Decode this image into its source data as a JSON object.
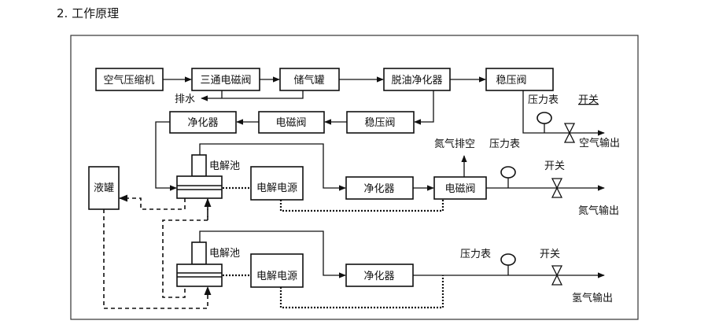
{
  "section_heading": "2. 工作原理",
  "diagram": {
    "air_line": {
      "compressor": "空气压缩机",
      "three_way_valve": "三通电磁阀",
      "air_tank": "储气罐",
      "deoil_purifier": "脱油净化器",
      "regulator_1": "稳压阀",
      "drain": "排水",
      "pressure_gauge_label": "压力表",
      "switch_label": "开关",
      "output": "空气输出"
    },
    "return_line": {
      "regulator_2": "稳压阀",
      "solenoid_valve": "电磁阀",
      "purifier": "净化器"
    },
    "liquid_tank": "液罐",
    "nitrogen_line": {
      "cell": "电解池",
      "power": "电解电源",
      "purifier": "净化器",
      "solenoid_valve": "电磁阀",
      "vent": "氮气排空",
      "pressure_gauge_label": "压力表",
      "switch_label": "开关",
      "output": "氮气输出"
    },
    "hydrogen_line": {
      "cell": "电解池",
      "power": "电解电源",
      "purifier": "净化器",
      "pressure_gauge_label": "压力表",
      "switch_label": "开关",
      "output": "氢气输出"
    }
  }
}
